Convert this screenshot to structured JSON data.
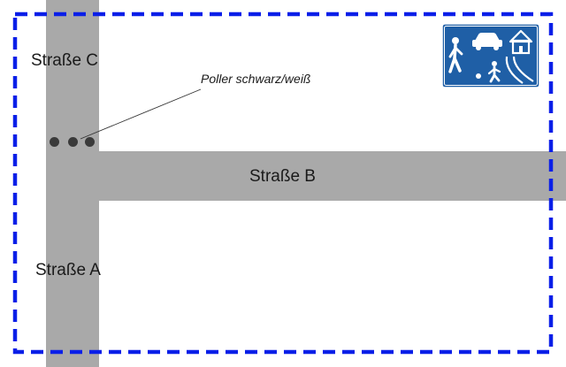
{
  "diagram": {
    "streets": {
      "c": "Straße C",
      "b": "Straße B",
      "a": "Straße A"
    },
    "annotation": "Poller schwarz/weiß",
    "sign": {
      "icon": "traffic-calmed-zone-sign-icon",
      "background_color": "#1f5fa6"
    },
    "colors": {
      "road": "#a9a9a9",
      "boundary": "#0a1fe8",
      "bollard": "#3a3a3a"
    }
  }
}
